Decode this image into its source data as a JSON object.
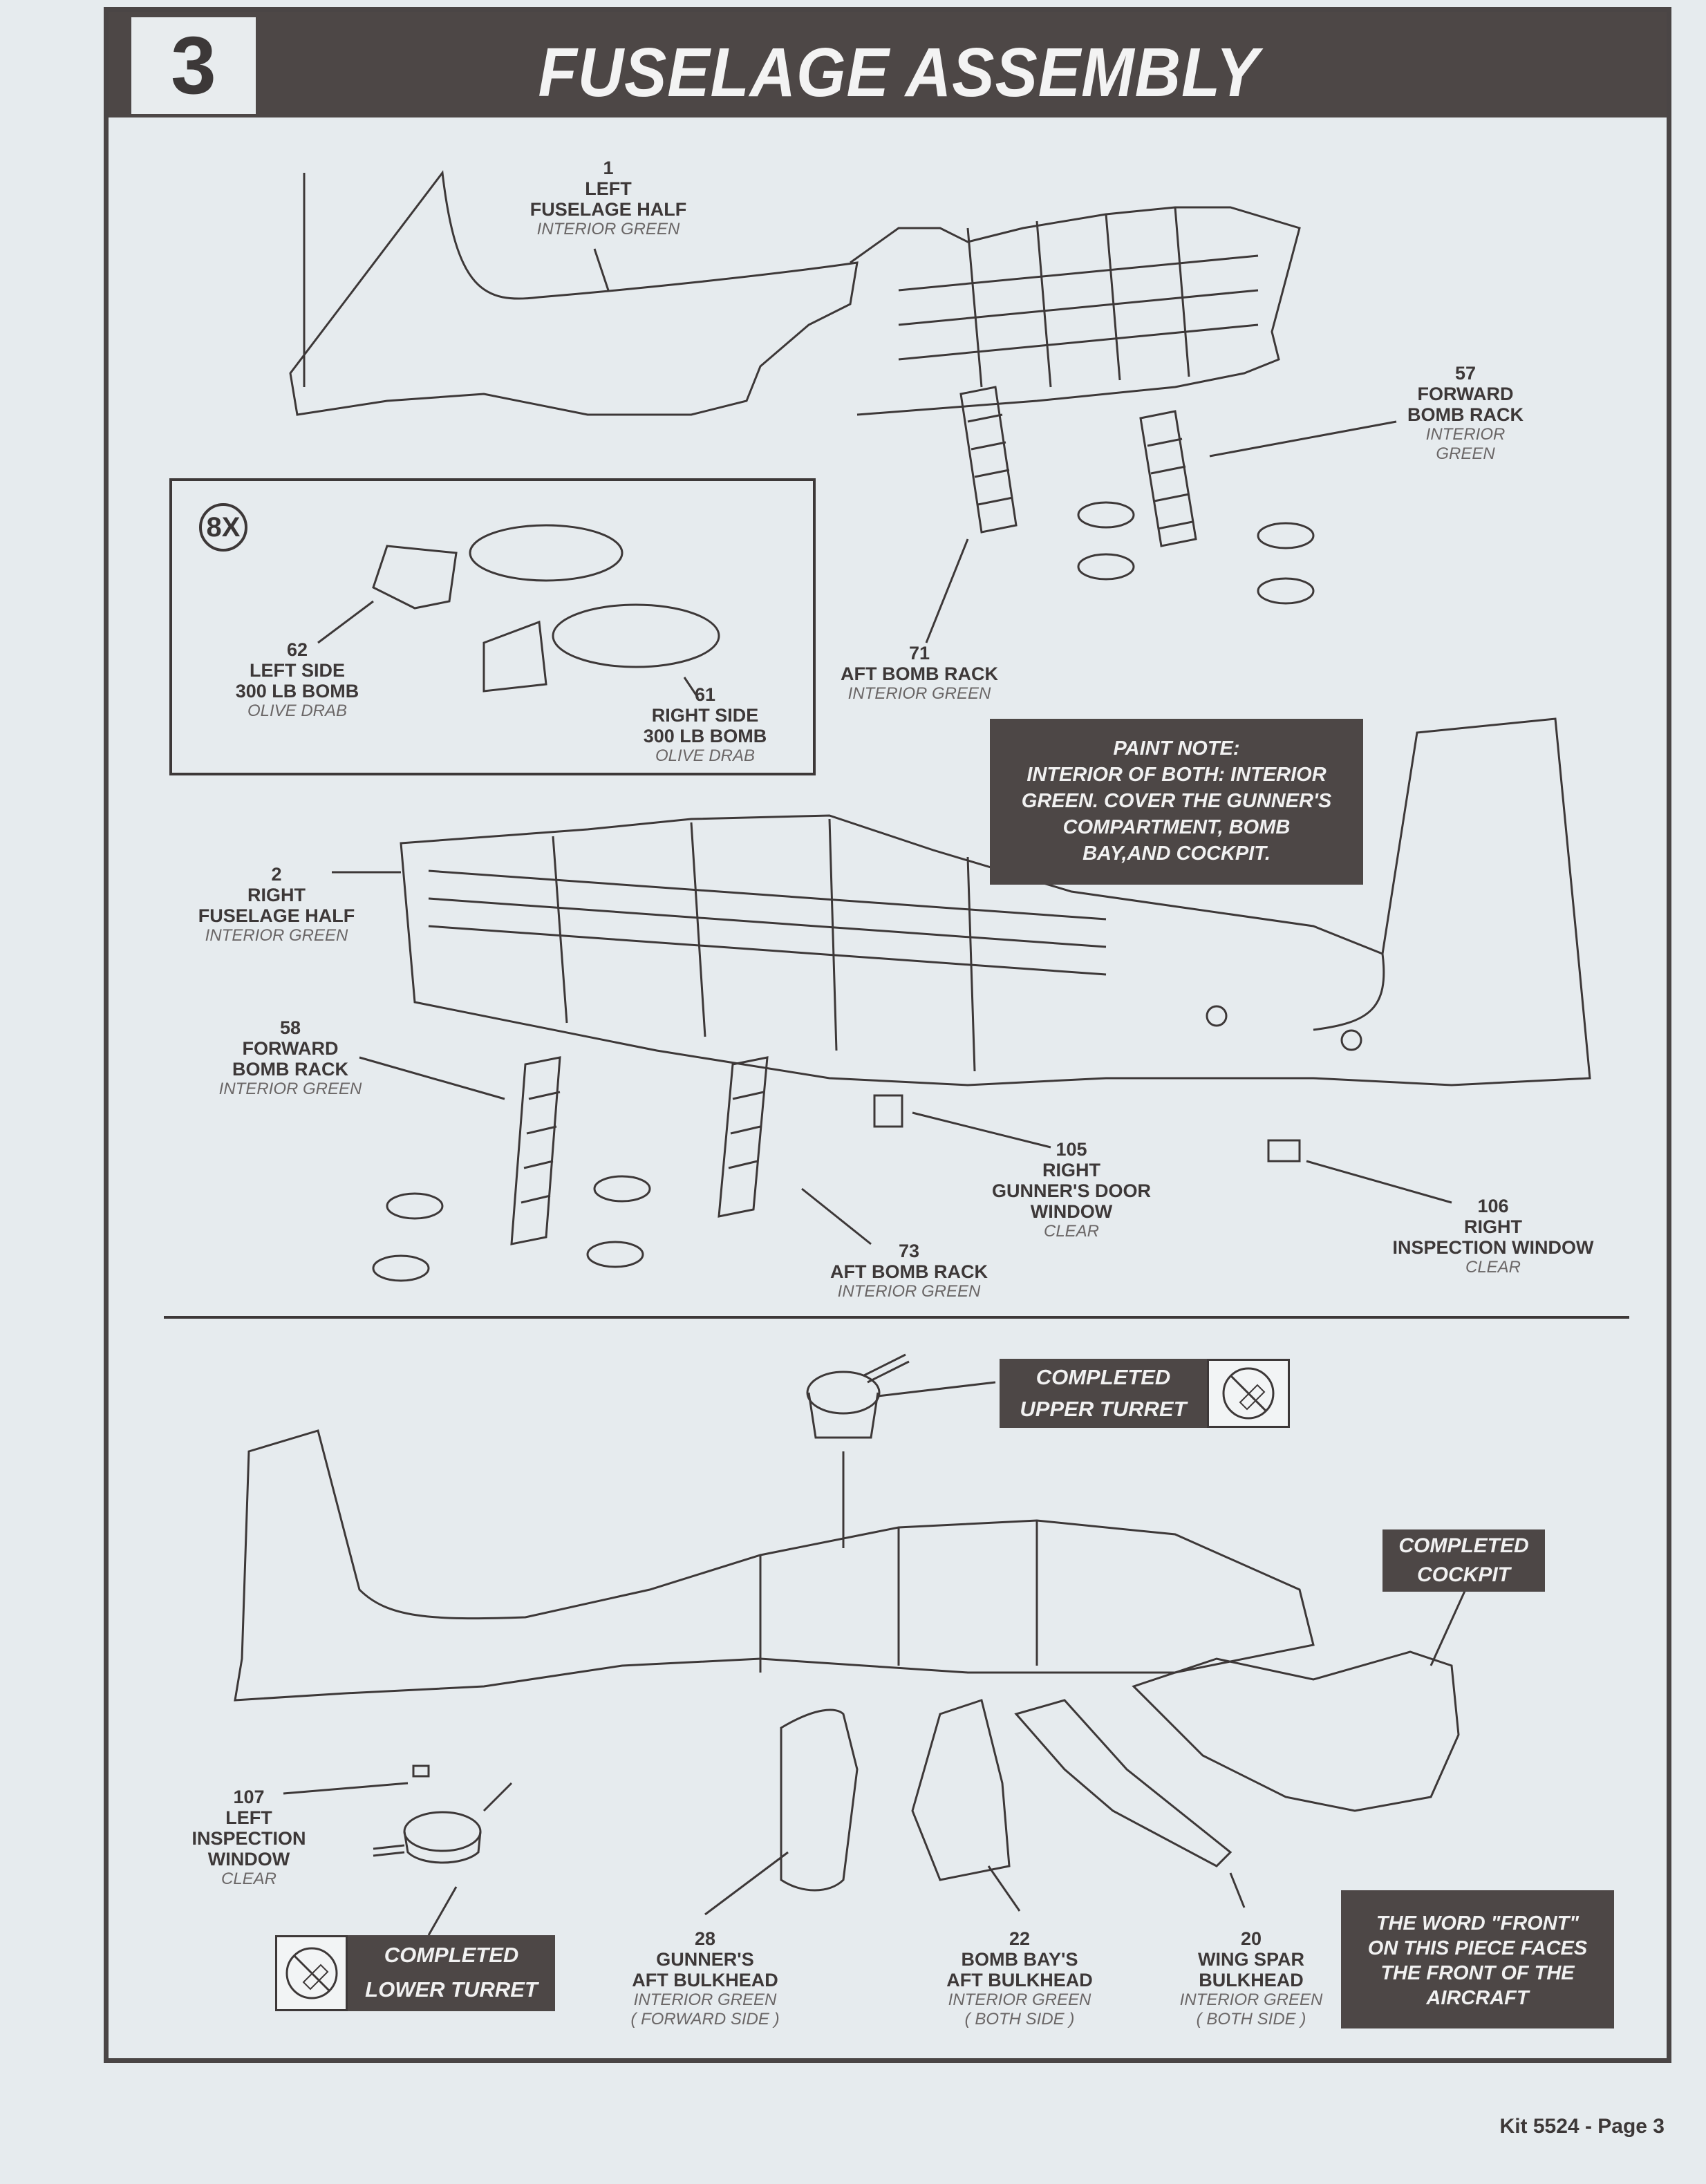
{
  "header": {
    "step_number": "3",
    "title": "FUSELAGE ASSEMBLY"
  },
  "parts": {
    "p1": {
      "num": "1",
      "name": [
        "LEFT",
        "FUSELAGE HALF"
      ],
      "paint": "INTERIOR GREEN"
    },
    "p57": {
      "num": "57",
      "name": [
        "FORWARD",
        "BOMB RACK"
      ],
      "paint": [
        "INTERIOR",
        "GREEN"
      ]
    },
    "p71": {
      "num": "71",
      "name": [
        "AFT BOMB RACK"
      ],
      "paint": "INTERIOR GREEN"
    },
    "p62": {
      "num": "62",
      "name": [
        "LEFT SIDE",
        "300 LB BOMB"
      ],
      "paint": "OLIVE DRAB"
    },
    "p61": {
      "num": "61",
      "name": [
        "RIGHT SIDE",
        "300 LB BOMB"
      ],
      "paint": "OLIVE DRAB"
    },
    "p2": {
      "num": "2",
      "name": [
        "RIGHT",
        "FUSELAGE HALF"
      ],
      "paint": "INTERIOR GREEN"
    },
    "p58": {
      "num": "58",
      "name": [
        "FORWARD",
        "BOMB RACK"
      ],
      "paint": "INTERIOR GREEN"
    },
    "p105": {
      "num": "105",
      "name": [
        "RIGHT",
        "GUNNER'S DOOR",
        "WINDOW"
      ],
      "paint": "CLEAR"
    },
    "p73": {
      "num": "73",
      "name": [
        "AFT BOMB RACK"
      ],
      "paint": "INTERIOR GREEN"
    },
    "p106": {
      "num": "106",
      "name": [
        "RIGHT",
        "INSPECTION WINDOW"
      ],
      "paint": "CLEAR"
    },
    "p107": {
      "num": "107",
      "name": [
        "LEFT",
        "INSPECTION",
        "WINDOW"
      ],
      "paint": "CLEAR"
    },
    "p28": {
      "num": "28",
      "name": [
        "GUNNER'S",
        "AFT BULKHEAD"
      ],
      "paint": [
        "INTERIOR GREEN",
        "( FORWARD SIDE )"
      ]
    },
    "p22": {
      "num": "22",
      "name": [
        "BOMB BAY'S",
        "AFT BULKHEAD"
      ],
      "paint": [
        "INTERIOR GREEN",
        "( BOTH SIDE )"
      ]
    },
    "p20": {
      "num": "20",
      "name": [
        "WING SPAR",
        "BULKHEAD"
      ],
      "paint": [
        "INTERIOR GREEN",
        "( BOTH SIDE )"
      ]
    }
  },
  "inset": {
    "quantity": "8X"
  },
  "notes": {
    "paint_note": [
      "PAINT NOTE:",
      "INTERIOR OF BOTH: INTERIOR",
      "GREEN. COVER THE GUNNER'S",
      "COMPARTMENT, BOMB",
      "BAY,AND COCKPIT."
    ],
    "upper_turret": [
      "COMPLETED",
      "UPPER TURRET"
    ],
    "cockpit": [
      "COMPLETED",
      "COCKPIT"
    ],
    "lower_turret": [
      "COMPLETED",
      "LOWER TURRET"
    ],
    "front_note": [
      "THE WORD \"FRONT\"",
      "ON THIS PIECE FACES",
      "THE FRONT OF THE",
      "AIRCRAFT"
    ]
  },
  "icons": {
    "no_glue_upper": "no-glue-icon",
    "no_glue_lower": "no-glue-icon"
  },
  "footer": {
    "text": "Kit 5524 - Page 3"
  }
}
